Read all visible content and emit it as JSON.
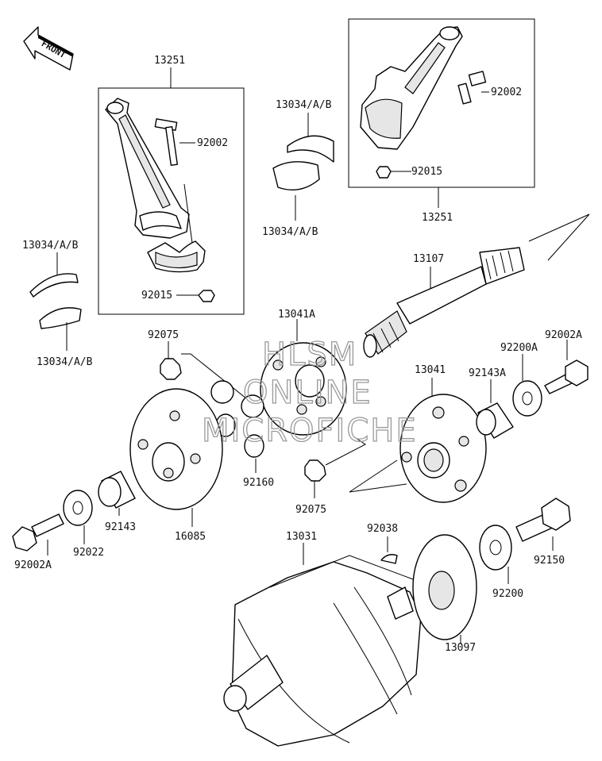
{
  "front_arrow": {
    "label": "FRONT"
  },
  "watermark": {
    "line1": "HLSM",
    "line2": "ONLINE",
    "line3": "MICROFICHE"
  },
  "labels": {
    "p13251_left": "13251",
    "p92002_left": "92002",
    "p92015_left": "92015",
    "p13034_topleft": "13034/A/B",
    "p13034_botleft": "13034/A/B",
    "p13034_topmid": "13034/A/B",
    "p13034_botmid": "13034/A/B",
    "p92002_right": "92002",
    "p92015_right": "92015",
    "p13251_right": "13251",
    "p13107": "13107",
    "p13041A": "13041A",
    "p92075_top": "92075",
    "p92075_bot": "92075",
    "p92160": "92160",
    "p13041": "13041",
    "p92143A": "92143A",
    "p92200A": "92200A",
    "p92002A_right": "92002A",
    "p16085": "16085",
    "p92143": "92143",
    "p92022": "92022",
    "p92002A_left": "92002A",
    "p13031": "13031",
    "p92038": "92038",
    "p13097": "13097",
    "p92200": "92200",
    "p92150": "92150"
  }
}
